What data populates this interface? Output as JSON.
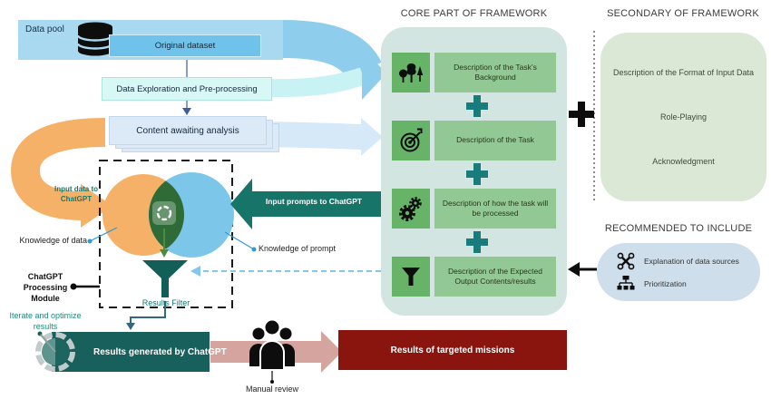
{
  "colors": {
    "pool_blue": "#a9d9f1",
    "dataset_blue": "#6fc2e9",
    "arrow_blue": "#8fcdec",
    "orange": "#f5b168",
    "teal_dark": "#177468",
    "venn_blue": "#7cc6ea",
    "venn_green": "#2e6b36",
    "results_teal": "#17605c",
    "missions_red": "#8a140e",
    "pink": "#d6a49e",
    "core_bg": "#d2e5e0",
    "core_green_label": "#92c893",
    "core_green_icon": "#67b469",
    "plus_teal": "#197c7c",
    "secondary_bg": "#dce8d6",
    "recommended_bg": "#cedeeb"
  },
  "left_flow": {
    "data_pool_label": "Data pool",
    "database_icon": "database-icon",
    "original_dataset": "Original dataset",
    "preprocessing": "Data Exploration and Pre-processing",
    "content_awaiting": "Content awaiting analysis",
    "input_data_arrow": "Input data to ChatGPT",
    "input_prompts_arrow": "Input prompts to ChatGPT",
    "knowledge_of_data": "Knowledge of data",
    "knowledge_of_prompt": "Knowledge of prompt",
    "chatgpt_module": "ChatGPT\nProcessing\nModule",
    "chatgpt_logo_icon": "chatgpt-logo-icon",
    "results_filter": "Results Filter",
    "iterate": "Iterate and optimize results",
    "results_generated": "Results generated by ChatGPT",
    "manual_review": "Manual review",
    "targeted_missions": "Results of targeted missions"
  },
  "core": {
    "title": "CORE PART OF FRAMEWORK",
    "items": [
      {
        "icon": "trees-icon",
        "label": "Description of the Task’s Background"
      },
      {
        "icon": "target-icon",
        "label": "Description of the Task"
      },
      {
        "icon": "gears-icon",
        "label": "Description of how the task will be processed"
      },
      {
        "icon": "funnel-icon",
        "label": "Description of the Expected Output Contents/results"
      }
    ]
  },
  "secondary": {
    "title": "SECONDARY OF FRAMEWORK",
    "items": [
      "Description of the Format of Input Data",
      "Role-Playing",
      "Acknowledgment"
    ]
  },
  "recommended": {
    "title": "RECOMMENDED TO INCLUDE",
    "items": [
      {
        "icon": "data-sources-icon",
        "label": "Explanation of data sources"
      },
      {
        "icon": "prioritization-icon",
        "label": "Prioritization"
      }
    ]
  }
}
